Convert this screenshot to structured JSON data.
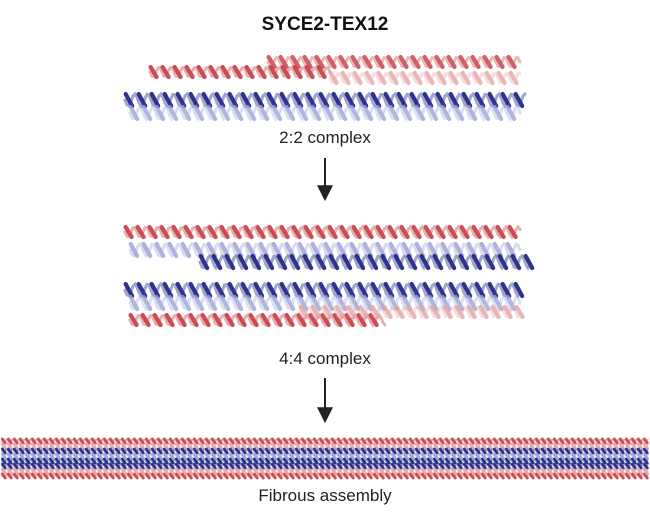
{
  "title": "SYCE2-TEX12",
  "labels": {
    "complex_2_2": "2:2 complex",
    "complex_4_4": "4:4 complex",
    "fibrous": "Fibrous assembly"
  },
  "colors": {
    "red": "#c8444c",
    "red_light": "#e6a3a7",
    "blue": "#232a86",
    "blue_light": "#9ea4d8",
    "arrow": "#222222"
  }
}
